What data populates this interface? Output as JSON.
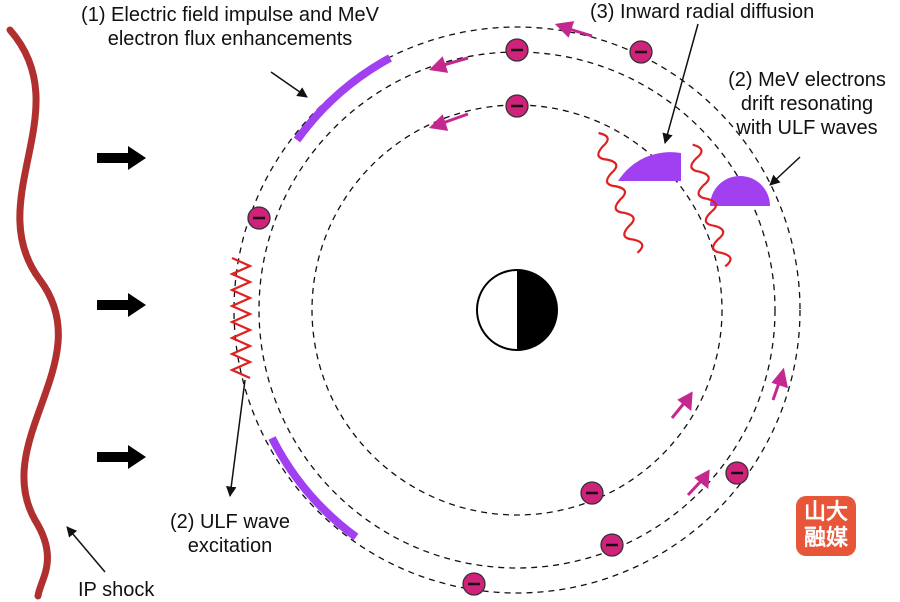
{
  "labels": {
    "label1_line1": "(1) Electric field impulse and MeV",
    "label1_line2": "electron flux enhancements",
    "label3": "(3) Inward radial diffusion",
    "label2a_line1": "(2) MeV electrons",
    "label2a_line2": "drift resonating",
    "label2a_line3": "with ULF waves",
    "label2b_line1": "(2) ULF wave",
    "label2b_line2": "excitation",
    "shock": "IP shock"
  },
  "watermark": {
    "line1": "山大",
    "line2": "融媒"
  },
  "colors": {
    "shock": "#b03030",
    "wave": "#e02020",
    "electron": "#d0227a",
    "arrow": "#c4288e",
    "purple": "#a040f0",
    "orbit": "#111111"
  }
}
